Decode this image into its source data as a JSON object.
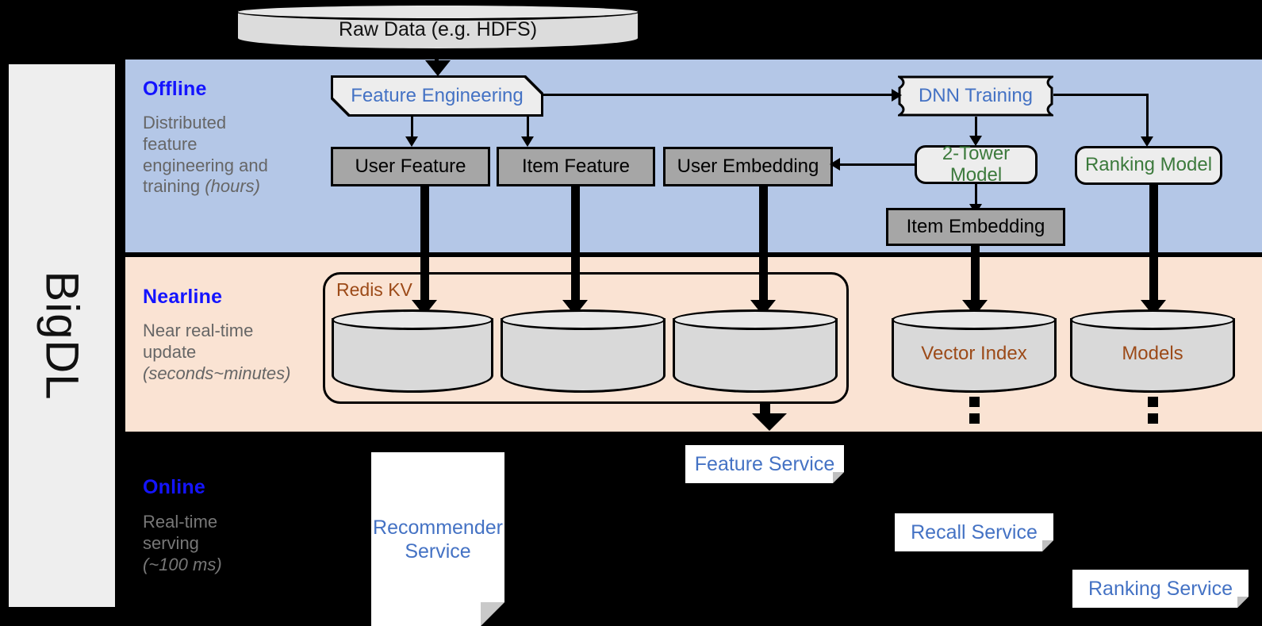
{
  "framework": {
    "name": "BigDL"
  },
  "top": {
    "raw_data": "Raw Data (e.g. HDFS)"
  },
  "stages": [
    {
      "id": "offline",
      "title": "Offline",
      "description_line1": "Distributed",
      "description_line2": "feature",
      "description_line3": "engineering and",
      "description_line4": "training ",
      "description_emphasis": "(hours)",
      "band_color": "#b4c7e7"
    },
    {
      "id": "nearline",
      "title": "Nearline",
      "description_line1": "Near real-time",
      "description_line2": "update",
      "description_emphasis": "(seconds~minutes)",
      "band_color": "#fae3d3"
    },
    {
      "id": "online",
      "title": "Online",
      "description_line1": "Real-time",
      "description_line2": "serving",
      "description_emphasis": "(~100 ms)",
      "band_color": "#000000"
    }
  ],
  "offline": {
    "feature_engineering": "Feature Engineering",
    "dnn_training": "DNN Training",
    "user_feature": "User Feature",
    "item_feature": "Item Feature",
    "user_embedding": "User Embedding",
    "two_tower_model": "2-Tower Model",
    "ranking_model": "Ranking Model",
    "item_embedding": "Item Embedding"
  },
  "nearline": {
    "redis_kv": "Redis KV",
    "stores": [
      "",
      "",
      ""
    ],
    "vector_index": "Vector Index",
    "models": "Models"
  },
  "online": {
    "recommender_service": "Recommender Service",
    "feature_service": "Feature Service",
    "recall_service": "Recall Service",
    "ranking_service": "Ranking Service"
  },
  "colors": {
    "offline_band": "#b4c7e7",
    "nearline_band": "#fae3d3",
    "online_band": "#000000",
    "stage_title": "#1414ff",
    "blue_text": "#4472c4",
    "green_text": "#3c7a3c",
    "brown_text": "#9c4a18",
    "gray_box": "#a6a6a6",
    "proc_box": "#ededed"
  }
}
